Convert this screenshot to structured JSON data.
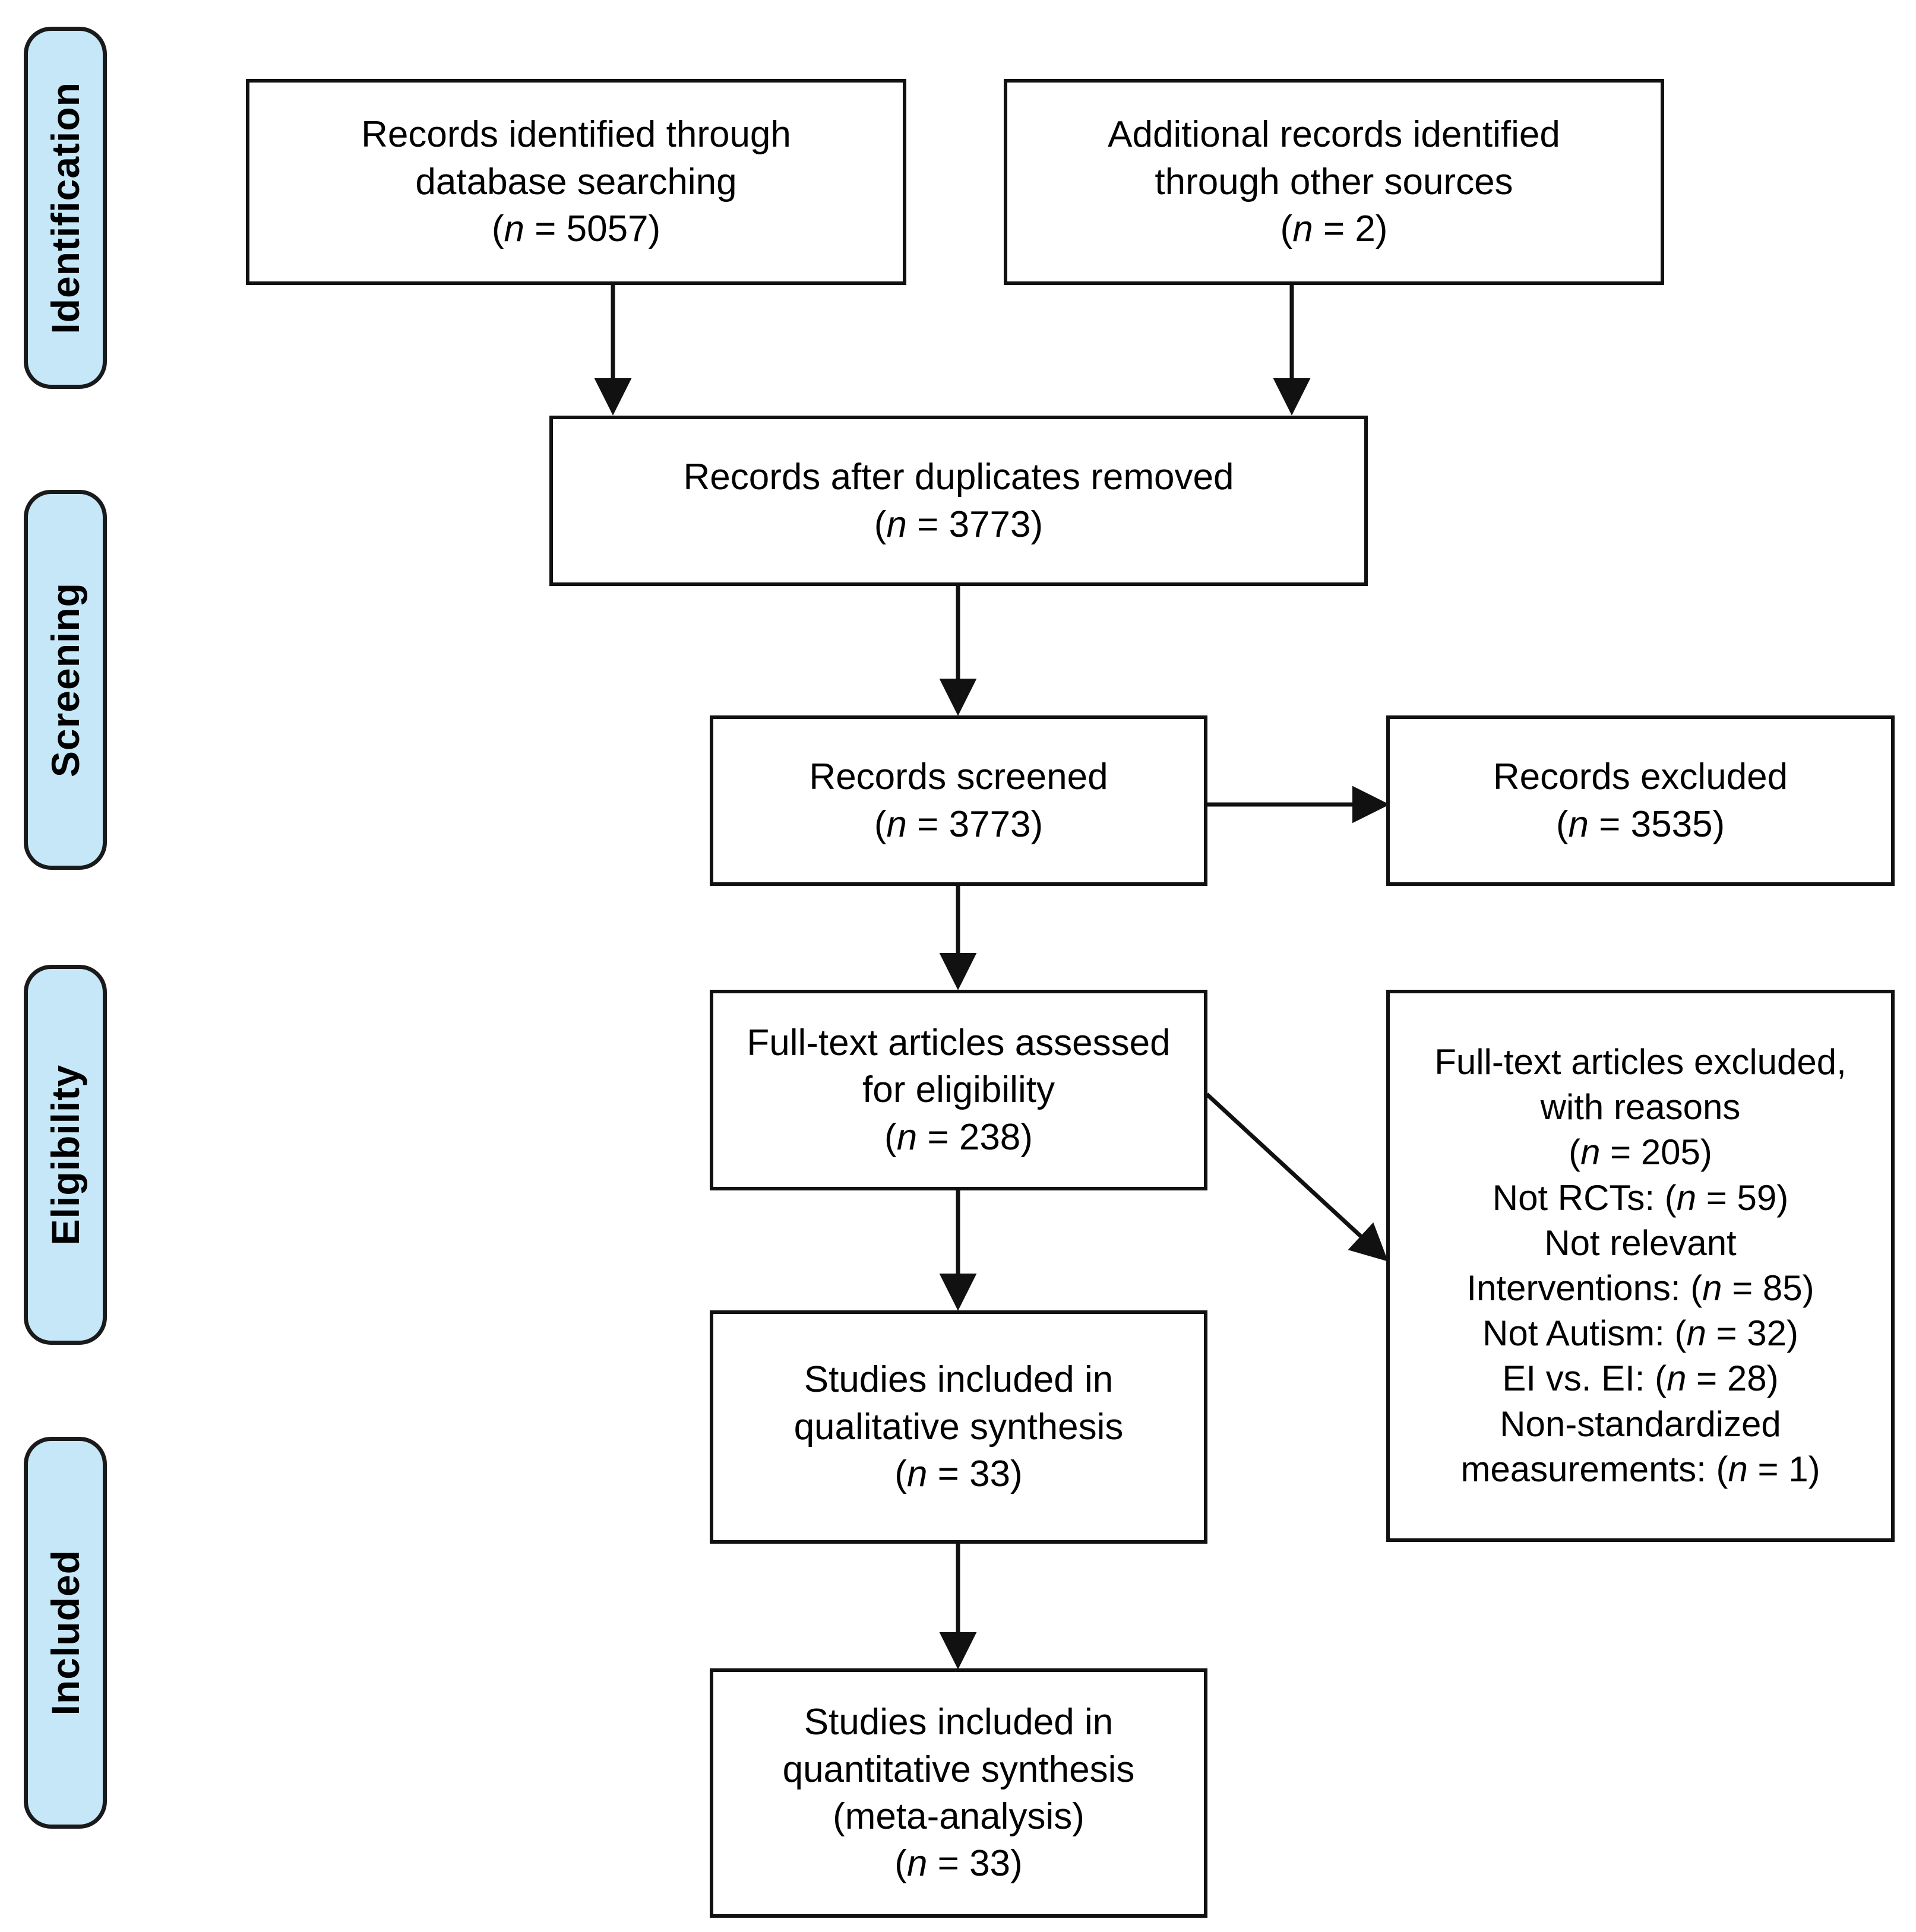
{
  "diagram": {
    "type": "prisma-flow-diagram",
    "accent_color": "#C5E7F8",
    "border_color": "#111111",
    "background": "#ffffff",
    "stages": [
      {
        "id": "identification",
        "label": "Identification"
      },
      {
        "id": "screening",
        "label": "Screening"
      },
      {
        "id": "eligibility",
        "label": "Eligibility"
      },
      {
        "id": "included",
        "label": "Included"
      }
    ],
    "boxes": {
      "records_identified_database": {
        "line1": "Records identified through",
        "line2": "database searching",
        "count_label": "(n = 5057)",
        "n": 5057,
        "text": "Records identified through\ndatabase searching\n(n = 5057)"
      },
      "additional_records_other_sources": {
        "line1": "Additional records identified",
        "line2": "through other sources",
        "count_label": "(n = 2)",
        "n": 2,
        "text": "Additional records identified\nthrough other sources\n(n = 2)"
      },
      "records_after_duplicates_removed": {
        "line1": "Records after duplicates removed",
        "count_label": "(n = 3773)",
        "n": 3773,
        "text": "Records after duplicates removed\n(n = 3773)"
      },
      "records_screened": {
        "line1": "Records screened",
        "count_label": "(n = 3773)",
        "n": 3773,
        "text": "Records screened\n(n = 3773)"
      },
      "records_excluded": {
        "line1": "Records excluded",
        "count_label": "(n = 3535)",
        "n": 3535,
        "text": "Records excluded\n(n = 3535)"
      },
      "fulltext_assessed": {
        "line1": "Full-text articles assessed",
        "line2": "for eligibility",
        "count_label": "(n = 238)",
        "n": 238,
        "text": "Full-text articles assessed\nfor eligibility\n(n = 238)"
      },
      "fulltext_excluded": {
        "line1": "Full-text articles excluded,",
        "line2": "with reasons",
        "count_label": "(n = 205)",
        "n": 205,
        "reasons": [
          {
            "label": "Not RCTs:",
            "count_label": "(n = 59)",
            "n": 59
          },
          {
            "label": "Not relevant Interventions:",
            "count_label": "(n = 85)",
            "n": 85
          },
          {
            "label": "Not Autism:",
            "count_label": "(n = 32)",
            "n": 32
          },
          {
            "label": "EI vs. EI:",
            "count_label": "(n = 28)",
            "n": 28
          },
          {
            "label": "Non-standardized measurements:",
            "count_label": "(n = 1)",
            "n": 1
          }
        ],
        "text": "Full-text articles excluded,\nwith reasons\n(n = 205)\nNot RCTs: (n = 59)\nNot relevant\nInterventions: (n = 85)\nNot Autism: (n = 32)\nEI vs. EI: (n = 28)\nNon-standardized\nmeasurements: (n = 1)"
      },
      "qualitative_synthesis": {
        "line1": "Studies included in",
        "line2": "qualitative synthesis",
        "count_label": "(n = 33)",
        "n": 33,
        "text": "Studies included in\nqualitative synthesis\n(n = 33)"
      },
      "quantitative_synthesis": {
        "line1": "Studies included in",
        "line2": "quantitative synthesis",
        "line3": "(meta-analysis)",
        "count_label": "(n = 33)",
        "n": 33,
        "text": "Studies included in\nquantitative synthesis\n(meta-analysis)\n(n = 33)"
      }
    }
  }
}
